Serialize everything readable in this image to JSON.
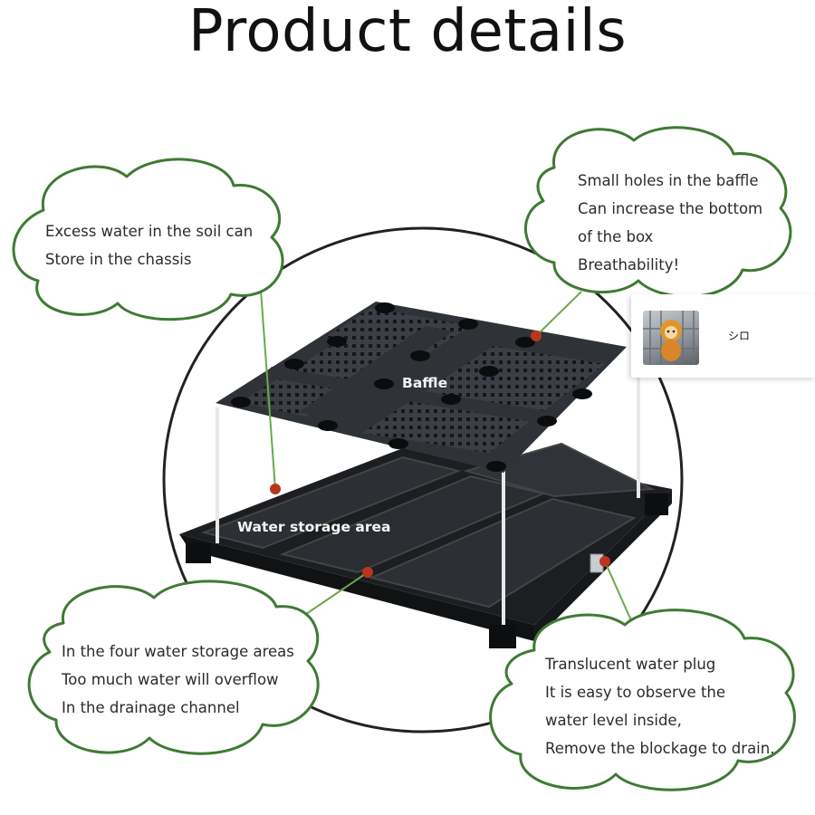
{
  "title": "Product details",
  "callouts": {
    "top_left": [
      "Excess water in the soil can",
      "Store in the chassis"
    ],
    "top_right": [
      "Small holes in the baffle",
      "Can increase the bottom",
      "of the box",
      "Breathability!"
    ],
    "bottom_left": [
      "In the four water storage areas",
      "Too much water will overflow",
      "In the drainage channel"
    ],
    "bottom_right": [
      "Translucent water plug",
      "It is easy to observe the",
      "water level inside,",
      "Remove the blockage to drain."
    ]
  },
  "labels": {
    "baffle": "Baffle",
    "water_storage": "Water storage area"
  },
  "popup": {
    "name": "シロ",
    "thumbnail_icon": "cat-figurine-thumbnail"
  },
  "colors": {
    "cloud_outline": "#3f7a34",
    "leader_line": "#6aa84f",
    "marker_dot": "#b8361f",
    "circle_outline": "#222222",
    "product_dark": "#2a2d31"
  }
}
